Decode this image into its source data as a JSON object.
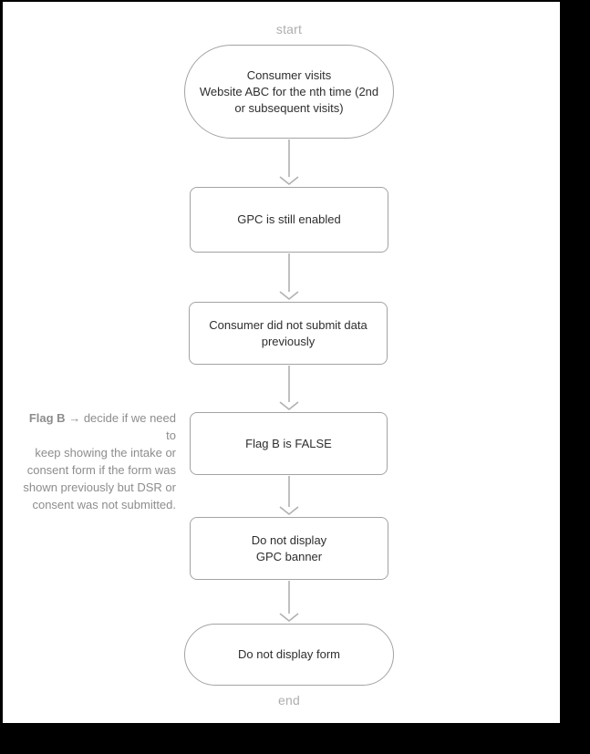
{
  "flowchart": {
    "start_label": "start",
    "end_label": "end",
    "nodes": [
      {
        "type": "terminator",
        "lines": [
          "Consumer visits",
          "Website ABC for the nth time (2nd",
          "or subsequent visits)"
        ]
      },
      {
        "type": "process",
        "lines": [
          "GPC is still enabled"
        ]
      },
      {
        "type": "process",
        "lines": [
          "Consumer did not submit data",
          "previously"
        ]
      },
      {
        "type": "process",
        "lines": [
          "Flag B is FALSE"
        ]
      },
      {
        "type": "process",
        "lines": [
          "Do not display",
          "GPC banner"
        ]
      },
      {
        "type": "terminator",
        "lines": [
          "Do not display form"
        ]
      }
    ],
    "annotation": {
      "bold_label": "Flag B",
      "arrow_glyph": "→",
      "line1_rest": "decide if we need to",
      "line2": "keep showing the intake or",
      "line3": "consent form if the form was",
      "line4": "shown previously but DSR or",
      "line5": "consent was not submitted."
    },
    "colors": {
      "border": "#a3a3a3",
      "arrow": "#b1b1b1",
      "node_text": "#2e2e2e",
      "label_text": "#aeaeae",
      "annotation_text": "#8d8d8d",
      "page_bg": "#ffffff",
      "frame_bg": "#000000"
    }
  }
}
